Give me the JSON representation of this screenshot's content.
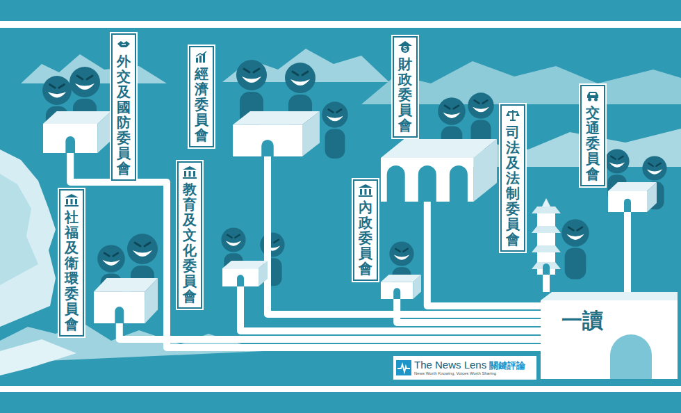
{
  "diagram": {
    "nodes": [
      {
        "text": [
          "外交及國防委員會"
        ]
      },
      {
        "text": [
          "經濟委員會"
        ]
      },
      {
        "text": [
          "財政委員會"
        ]
      },
      {
        "text": [
          "司法及法制委員會"
        ]
      },
      {
        "text": [
          "交通委員會"
        ]
      },
      {
        "text": [
          "社福及衛環委員會"
        ]
      },
      {
        "text": [
          "教育及文化委員會"
        ]
      },
      {
        "text": [
          "內政委員會"
        ]
      },
      {
        "text": [
          "一讀"
        ]
      }
    ],
    "edges": [
      {
        "from": 8,
        "to": 0,
        "arrow": "none"
      },
      {
        "from": 8,
        "to": 1,
        "arrow": "none"
      },
      {
        "from": 8,
        "to": 2,
        "arrow": "none"
      },
      {
        "from": 8,
        "to": 3,
        "arrow": "none"
      },
      {
        "from": 8,
        "to": 4,
        "arrow": "none"
      },
      {
        "from": 8,
        "to": 5,
        "arrow": "none"
      },
      {
        "from": 8,
        "to": 6,
        "arrow": "none"
      },
      {
        "from": 8,
        "to": 7,
        "arrow": "none"
      }
    ],
    "labels": [
      "The News Lens",
      "關鍵評論",
      "News Worth Knowing, Voices Worth Sharing"
    ]
  }
}
